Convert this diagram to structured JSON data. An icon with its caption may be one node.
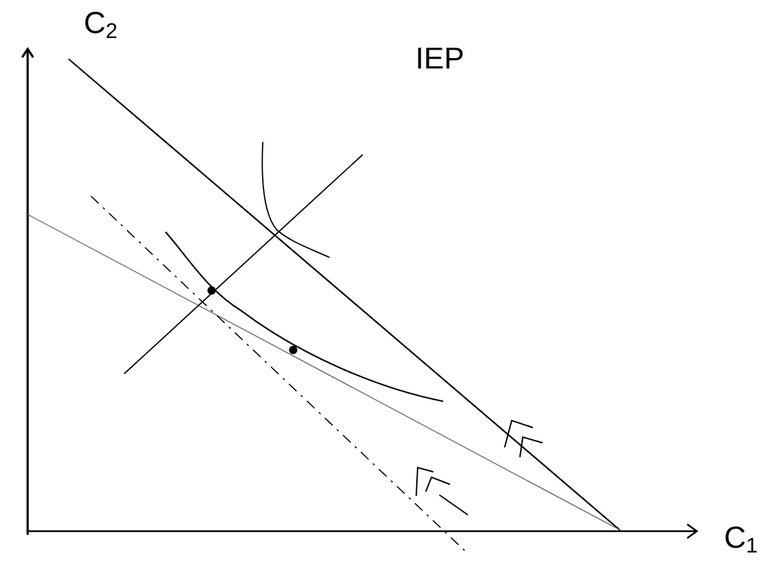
{
  "diagram": {
    "labels": [
      "C$_{2}$",
      "IEP",
      "C$_{1}$"
    ]
  }
}
